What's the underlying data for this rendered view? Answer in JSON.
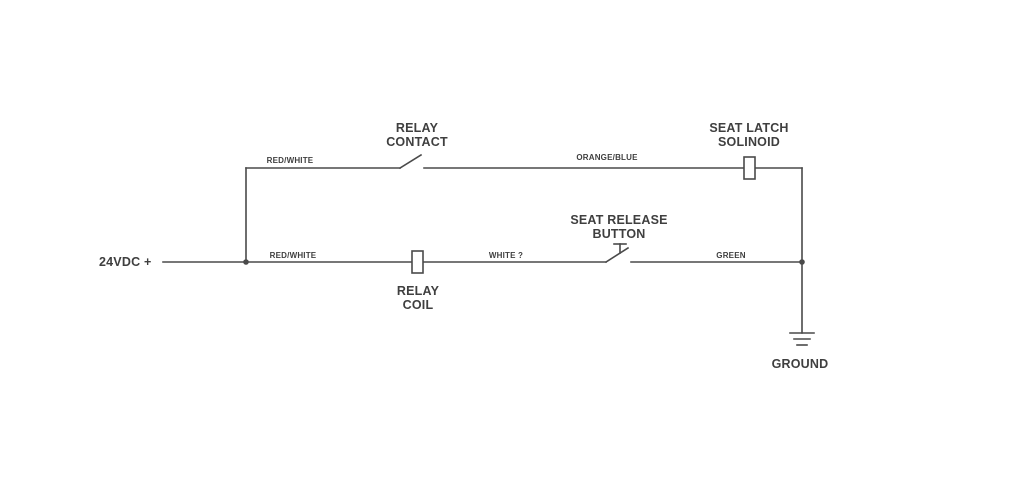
{
  "components": {
    "relay_contact": [
      "RELAY",
      "CONTACT"
    ],
    "seat_latch_solenoid": [
      "SEAT LATCH",
      "SOLINOID"
    ],
    "seat_release_button": [
      "SEAT RELEASE",
      "BUTTON"
    ],
    "relay_coil": [
      "RELAY",
      "COIL"
    ],
    "supply": "24VDC +",
    "ground": "GROUND"
  },
  "wires": {
    "top_left": "RED/WHITE",
    "top_right": "ORANGE/BLUE",
    "bottom_left": "RED/WHITE",
    "bottom_middle": "WHITE ?",
    "bottom_right": "GREEN"
  },
  "colors": {
    "line": "#4a4a4a",
    "text": "#3f3f3f",
    "background": "#ffffff"
  }
}
